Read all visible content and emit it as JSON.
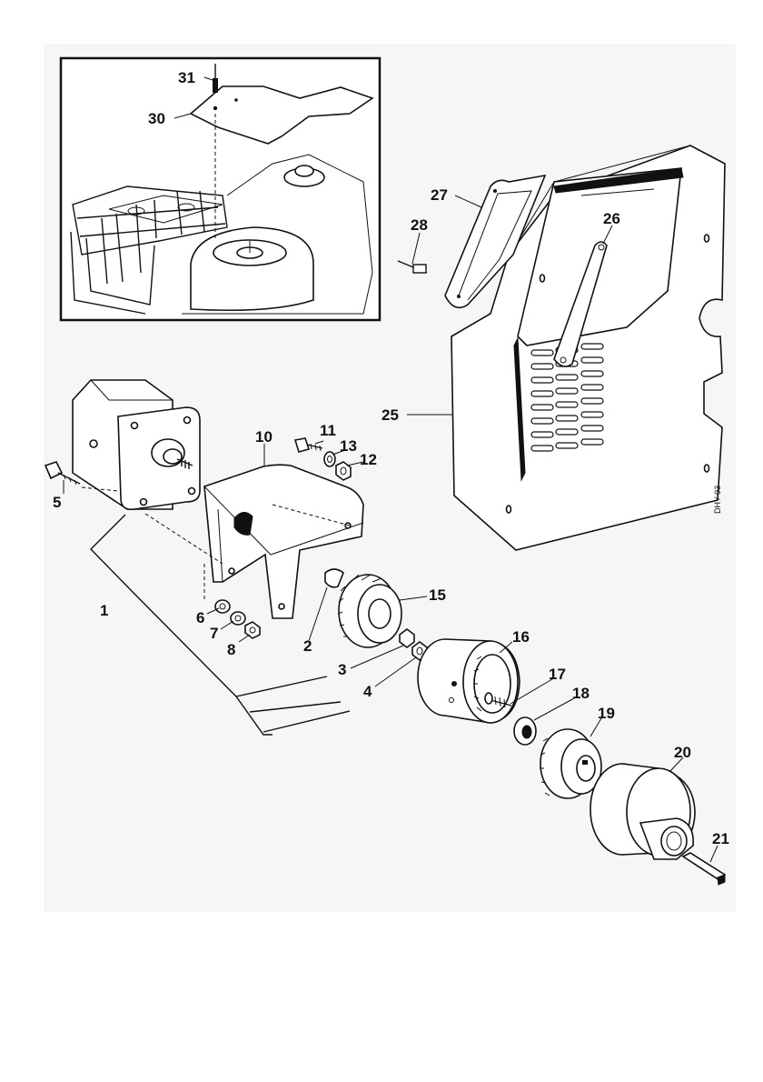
{
  "drawing_code": "DHY-93",
  "callouts": {
    "c1": "1",
    "c2": "2",
    "c3": "3",
    "c4": "4",
    "c5": "5",
    "c6": "6",
    "c7": "7",
    "c8": "8",
    "c10": "10",
    "c11": "11",
    "c12": "12",
    "c13": "13",
    "c15": "15",
    "c16": "16",
    "c17": "17",
    "c18": "18",
    "c19": "19",
    "c20": "20",
    "c21": "21",
    "c25": "25",
    "c26": "26",
    "c27": "27",
    "c28": "28",
    "c30": "30",
    "c31": "31"
  }
}
